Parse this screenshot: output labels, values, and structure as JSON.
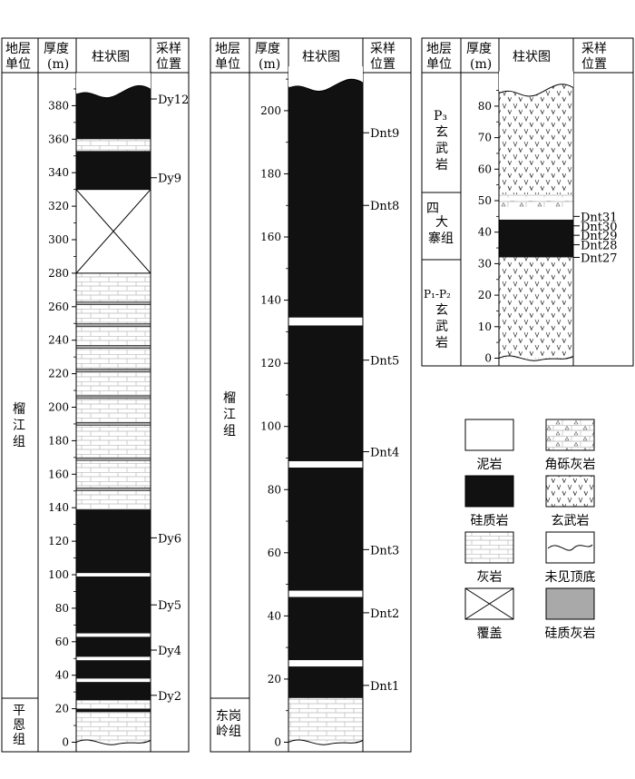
{
  "headers": {
    "unit": [
      "地层",
      "单位"
    ],
    "thickness": [
      "厚度",
      "(m)"
    ],
    "column": "柱状图",
    "sample": [
      "采样",
      "位置"
    ]
  },
  "section1": {
    "formations": [
      {
        "text": [
          "榴",
          "江",
          "组"
        ],
        "from": 20,
        "to": 400
      },
      {
        "text": [
          "平",
          "恩",
          "组"
        ],
        "from": 0,
        "to": 20
      }
    ],
    "ticks": [
      0,
      20,
      40,
      60,
      80,
      100,
      120,
      140,
      160,
      180,
      200,
      220,
      240,
      260,
      280,
      300,
      320,
      340,
      360,
      380
    ],
    "top_note": "未见顶",
    "layers": [
      {
        "lith": "limestone",
        "from": 0,
        "to": 18
      },
      {
        "lith": "siliceous",
        "from": 18,
        "to": 20
      },
      {
        "lith": "limestone",
        "from": 20,
        "to": 25
      },
      {
        "lith": "siliceous",
        "from": 25,
        "to": 36
      },
      {
        "lith": "mudstone",
        "from": 36,
        "to": 38
      },
      {
        "lith": "siliceous",
        "from": 38,
        "to": 49
      },
      {
        "lith": "mudstone",
        "from": 49,
        "to": 51
      },
      {
        "lith": "siliceous",
        "from": 51,
        "to": 63
      },
      {
        "lith": "mudstone",
        "from": 63,
        "to": 65
      },
      {
        "lith": "siliceous",
        "from": 65,
        "to": 99
      },
      {
        "lith": "mudstone",
        "from": 99,
        "to": 101
      },
      {
        "lith": "siliceous",
        "from": 101,
        "to": 139
      },
      {
        "lith": "limestone",
        "from": 139,
        "to": 280
      },
      {
        "lith": "cover",
        "from": 280,
        "to": 330
      },
      {
        "lith": "siliceous",
        "from": 330,
        "to": 353
      },
      {
        "lith": "limestone",
        "from": 353,
        "to": 360
      },
      {
        "lith": "siliceous",
        "from": 360,
        "to": 392
      }
    ],
    "bands": [
      151,
      169,
      190,
      206,
      222,
      236,
      249,
      262
    ],
    "samples": [
      {
        "label": "Dy2",
        "pos": 28
      },
      {
        "label": "Dy4",
        "pos": 55
      },
      {
        "label": "Dy5",
        "pos": 82
      },
      {
        "label": "Dy6",
        "pos": 122
      },
      {
        "label": "Dy9",
        "pos": 337
      },
      {
        "label": "Dy12",
        "pos": 384
      }
    ]
  },
  "section2": {
    "formations": [
      {
        "text": [
          "榴",
          "江",
          "组"
        ],
        "from": 14,
        "to": 210
      },
      {
        "text": [
          "东岗",
          "岭组"
        ],
        "from": 0,
        "to": 14
      }
    ],
    "ticks": [
      0,
      20,
      40,
      60,
      80,
      100,
      120,
      140,
      160,
      180,
      200
    ],
    "layers": [
      {
        "lith": "limestone",
        "from": 0,
        "to": 14
      },
      {
        "lith": "siliceous",
        "from": 14,
        "to": 24
      },
      {
        "lith": "mudstone",
        "from": 24,
        "to": 26
      },
      {
        "lith": "siliceous",
        "from": 26,
        "to": 46
      },
      {
        "lith": "mudstone",
        "from": 46,
        "to": 48
      },
      {
        "lith": "siliceous",
        "from": 48,
        "to": 87
      },
      {
        "lith": "mudstone",
        "from": 87,
        "to": 89
      },
      {
        "lith": "siliceous",
        "from": 89,
        "to": 132
      },
      {
        "lith": "mudstone",
        "from": 132,
        "to": 134.5
      },
      {
        "lith": "siliceous",
        "from": 134.5,
        "to": 210
      }
    ],
    "samples": [
      {
        "label": "Dnt1",
        "pos": 18
      },
      {
        "label": "Dnt2",
        "pos": 41
      },
      {
        "label": "Dnt3",
        "pos": 61
      },
      {
        "label": "Dnt4",
        "pos": 92
      },
      {
        "label": "Dnt5",
        "pos": 121
      },
      {
        "label": "Dnt8",
        "pos": 170
      },
      {
        "label": "Dnt9",
        "pos": 193
      }
    ]
  },
  "section3": {
    "formations": [
      {
        "lines": [
          "P₃",
          "玄",
          "武",
          "岩"
        ],
        "from": 50,
        "to": 87
      },
      {
        "lines": [
          "四",
          "大",
          "寨组"
        ],
        "from": 31,
        "to": 50
      },
      {
        "lines": [
          "P₁-P₂",
          "玄",
          "武",
          "岩"
        ],
        "from": 0,
        "to": 31
      }
    ],
    "ticks": [
      0,
      10,
      20,
      30,
      40,
      50,
      60,
      70,
      80
    ],
    "layers": [
      {
        "lith": "basalt",
        "from": 0,
        "to": 32
      },
      {
        "lith": "siliceous",
        "from": 32,
        "to": 44
      },
      {
        "lith": "mudstone",
        "from": 44,
        "to": 48
      },
      {
        "lith": "brecciated",
        "from": 48,
        "to": 50
      },
      {
        "lith": "mudstone",
        "from": 50,
        "to": 51
      },
      {
        "lith": "limestone",
        "from": 51,
        "to": 52
      },
      {
        "lith": "basalt",
        "from": 52,
        "to": 87
      }
    ],
    "samples": [
      {
        "label": "Dnt27",
        "pos": 32
      },
      {
        "label": "Dnt28",
        "pos": 36
      },
      {
        "label": "Dnt29",
        "pos": 39
      },
      {
        "label": "Dnt30",
        "pos": 42
      },
      {
        "label": "Dnt31",
        "pos": 45
      }
    ]
  },
  "legend": [
    {
      "key": "mudstone",
      "label": "泥岩"
    },
    {
      "key": "brecciated",
      "label": "角砾灰岩"
    },
    {
      "key": "siliceous",
      "label": "硅质岩"
    },
    {
      "key": "basalt",
      "label": "玄武岩"
    },
    {
      "key": "limestone",
      "label": "灰岩"
    },
    {
      "key": "unconformity",
      "label": "未见顶底"
    },
    {
      "key": "cover",
      "label": "覆盖"
    },
    {
      "key": "silicalime",
      "label": "硅质灰岩"
    }
  ],
  "colors": {
    "siliceous": "#111111",
    "silicalime": "#a9a9a9",
    "line": "#000000",
    "brick": "#b8b8b8"
  }
}
